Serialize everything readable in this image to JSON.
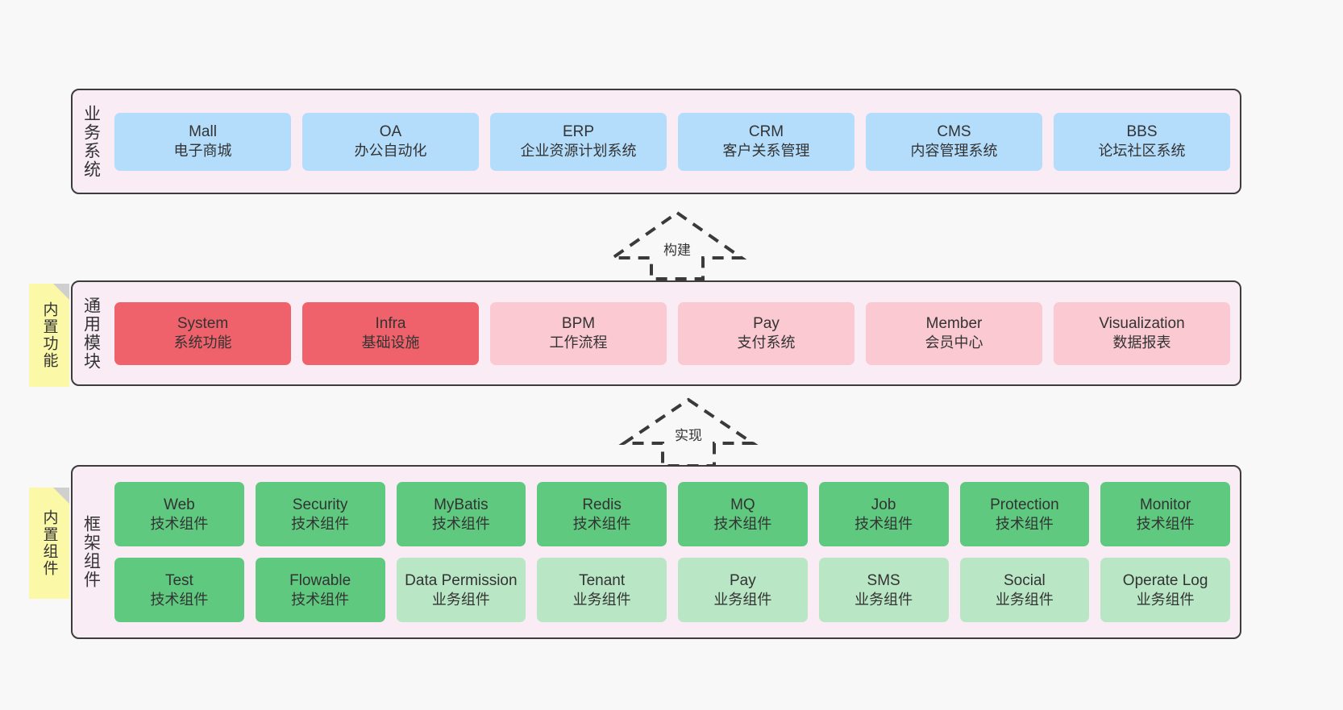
{
  "diagram": {
    "background": "#f8f8f8",
    "panel_fill": "#f9ecf5",
    "panel_border": "#3c3c3c",
    "note_fill": "#fbf8a8"
  },
  "layers": {
    "business": {
      "label": "业务系统",
      "card_color": "#b3ddfb",
      "items": [
        {
          "en": "Mall",
          "cn": "电子商城"
        },
        {
          "en": "OA",
          "cn": "办公自动化"
        },
        {
          "en": "ERP",
          "cn": "企业资源计划系统"
        },
        {
          "en": "CRM",
          "cn": "客户关系管理"
        },
        {
          "en": "CMS",
          "cn": "内容管理系统"
        },
        {
          "en": "BBS",
          "cn": "论坛社区系统"
        }
      ]
    },
    "modules": {
      "label": "通用模块",
      "color_primary": "#f0626b",
      "color_secondary": "#fbc9d1",
      "items": [
        {
          "en": "System",
          "cn": "系统功能",
          "variant": "c-red"
        },
        {
          "en": "Infra",
          "cn": "基础设施",
          "variant": "c-red"
        },
        {
          "en": "BPM",
          "cn": "工作流程",
          "variant": "c-pink"
        },
        {
          "en": "Pay",
          "cn": "支付系统",
          "variant": "c-pink"
        },
        {
          "en": "Member",
          "cn": "会员中心",
          "variant": "c-pink"
        },
        {
          "en": "Visualization",
          "cn": "数据报表",
          "variant": "c-pink"
        }
      ]
    },
    "framework": {
      "label": "框架组件",
      "color_tech": "#5ec97f",
      "color_business": "#b9e6c4",
      "row1": [
        {
          "en": "Web",
          "cn": "技术组件",
          "variant": "c-green"
        },
        {
          "en": "Security",
          "cn": "技术组件",
          "variant": "c-green"
        },
        {
          "en": "MyBatis",
          "cn": "技术组件",
          "variant": "c-green"
        },
        {
          "en": "Redis",
          "cn": "技术组件",
          "variant": "c-green"
        },
        {
          "en": "MQ",
          "cn": "技术组件",
          "variant": "c-green"
        },
        {
          "en": "Job",
          "cn": "技术组件",
          "variant": "c-green"
        },
        {
          "en": "Protection",
          "cn": "技术组件",
          "variant": "c-green"
        },
        {
          "en": "Monitor",
          "cn": "技术组件",
          "variant": "c-green"
        }
      ],
      "row2": [
        {
          "en": "Test",
          "cn": "技术组件",
          "variant": "c-green"
        },
        {
          "en": "Flowable",
          "cn": "技术组件",
          "variant": "c-green"
        },
        {
          "en": "Data Permission",
          "cn": "业务组件",
          "variant": "c-lightgreen"
        },
        {
          "en": "Tenant",
          "cn": "业务组件",
          "variant": "c-lightgreen"
        },
        {
          "en": "Pay",
          "cn": "业务组件",
          "variant": "c-lightgreen"
        },
        {
          "en": "SMS",
          "cn": "业务组件",
          "variant": "c-lightgreen"
        },
        {
          "en": "Social",
          "cn": "业务组件",
          "variant": "c-lightgreen"
        },
        {
          "en": "Operate Log",
          "cn": "业务组件",
          "variant": "c-lightgreen"
        }
      ]
    }
  },
  "notes": [
    {
      "label": "内置功能"
    },
    {
      "label": "内置组件"
    }
  ],
  "arrows": [
    {
      "label": "构建"
    },
    {
      "label": "实现"
    }
  ]
}
